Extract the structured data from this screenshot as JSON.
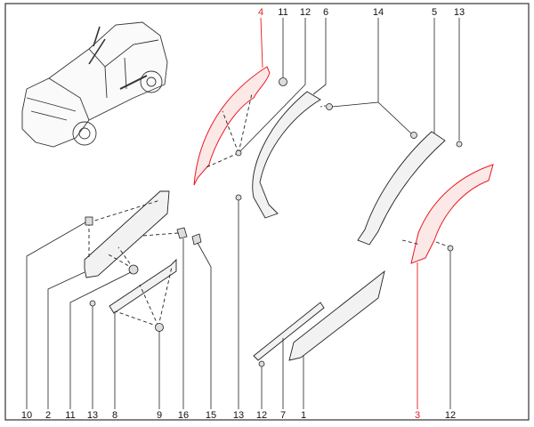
{
  "diagram": {
    "title": "Wheel arch and side moulding trim parts",
    "accent_color": "#e8191e",
    "top_callouts": [
      {
        "label": "4",
        "highlight": true
      },
      {
        "label": "11",
        "highlight": false
      },
      {
        "label": "12",
        "highlight": false
      },
      {
        "label": "6",
        "highlight": false
      },
      {
        "label": "14",
        "highlight": false
      },
      {
        "label": "5",
        "highlight": false
      },
      {
        "label": "13",
        "highlight": false
      }
    ],
    "bottom_callouts": [
      {
        "label": "10",
        "highlight": false
      },
      {
        "label": "2",
        "highlight": false
      },
      {
        "label": "11",
        "highlight": false
      },
      {
        "label": "13",
        "highlight": false
      },
      {
        "label": "8",
        "highlight": false
      },
      {
        "label": "9",
        "highlight": false
      },
      {
        "label": "16",
        "highlight": false
      },
      {
        "label": "15",
        "highlight": false
      },
      {
        "label": "13",
        "highlight": false
      },
      {
        "label": "12",
        "highlight": false
      },
      {
        "label": "7",
        "highlight": false
      },
      {
        "label": "1",
        "highlight": false
      },
      {
        "label": "3",
        "highlight": true
      },
      {
        "label": "12",
        "highlight": false
      }
    ]
  }
}
